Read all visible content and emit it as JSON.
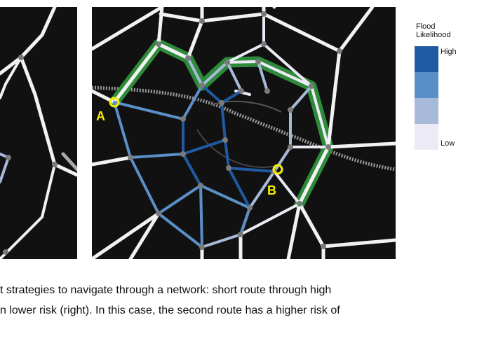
{
  "figure": {
    "markers": {
      "start": "A",
      "end": "B"
    },
    "legend": {
      "title_line1": "Flood",
      "title_line2": "Likelihood",
      "high_label": "High",
      "low_label": "Low",
      "levels": [
        {
          "level": "high",
          "color": "#1f5aa3"
        },
        {
          "level": "mid-high",
          "color": "#5b8fc7"
        },
        {
          "level": "mid-low",
          "color": "#a7bad9"
        },
        {
          "level": "low",
          "color": "#ecebf5"
        }
      ]
    },
    "colors": {
      "background": "#111111",
      "road": "#f2f2f2",
      "route_highlight": "#2e8b3a",
      "node": "#7a7a7a",
      "marker": "#f4f100"
    }
  },
  "caption": {
    "line1": "t strategies to navigate through a network: short route through high",
    "line2": "n lower risk (right). In this case, the second route has a higher risk of"
  }
}
